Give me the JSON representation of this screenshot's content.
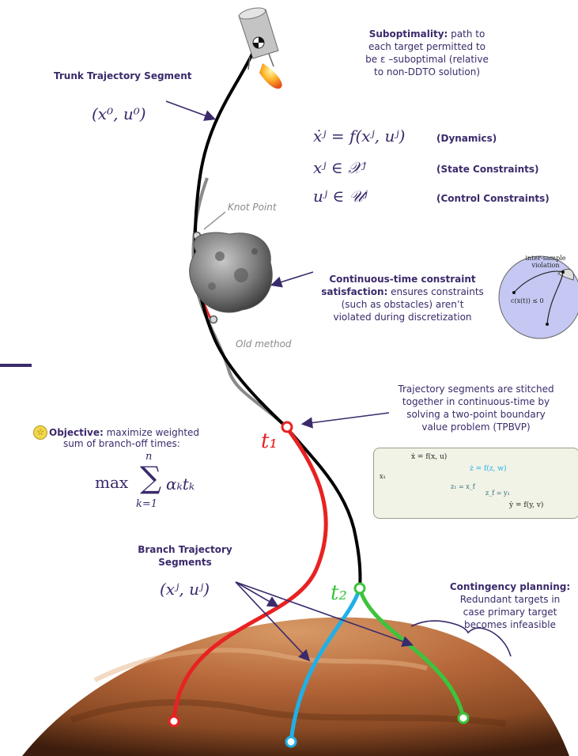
{
  "trunk": {
    "title": "Trunk Trajectory Segment",
    "math": "(x⁰, u⁰)"
  },
  "suboptimality": {
    "title": "Suboptimality:",
    "line1_rest": " path to",
    "line2": "each target permitted to",
    "line3": "be  ε –suboptimal (relative",
    "line4": "to non-DDTO solution)"
  },
  "constraints": [
    {
      "math": "ẋʲ = f(xʲ, uʲ)",
      "tag": "(Dynamics)"
    },
    {
      "math": "xʲ ∈ 𝒳ʲ",
      "tag": "(State Constraints)"
    },
    {
      "math": "uʲ ∈ 𝒰ʲ",
      "tag": "(Control Constraints)"
    }
  ],
  "knot_point": "Knot Point",
  "old_method": "Old method",
  "continuous": {
    "title1": "Continuous-time constraint",
    "title2": "satisfaction:",
    "rest2": " ensures constraints",
    "line3": "(such as obstacles) aren’t",
    "line4": "violated during discretization"
  },
  "inset_circle": {
    "violation1": "inter-sample",
    "violation2": "violation",
    "constraint": "c(x(t)) ≤ 0"
  },
  "stitch": {
    "line1": "Trajectory segments are stitched",
    "line2": "together in continuous-time by",
    "line3": "solving a two-point boundary",
    "line4": "value problem (TPBVP)"
  },
  "tpbvp": {
    "x1": "x₁",
    "xdot": "ẋ = f(x, u)",
    "zdot": "ż = f(z, w)",
    "z1": "z₁ = x_f",
    "zf": "z_f = y₁",
    "ydot": "ẏ = f(y, v)"
  },
  "objective": {
    "title": "Objective:",
    "rest1": " maximize weighted",
    "line2": "sum of branch-off times:",
    "max": "max",
    "sigma": "∑",
    "n": "n",
    "k1": "k=1",
    "term": "αₖtₖ"
  },
  "t1": "t₁",
  "t2": "t₂",
  "branch": {
    "line1": "Branch Trajectory",
    "line2": "Segments",
    "math": "(xʲ, uʲ)"
  },
  "contingency": {
    "title": "Contingency planning:",
    "line2": "Redundant targets in",
    "line3": "case primary target",
    "line4": "becomes infeasible"
  },
  "colors": {
    "text": "#3b2a6b",
    "trunk": "#000000",
    "red": "#e82222",
    "cyan": "#1fb0e8",
    "green": "#3cc43c",
    "old": "#8a8a8a",
    "planet": "#b7683a"
  }
}
